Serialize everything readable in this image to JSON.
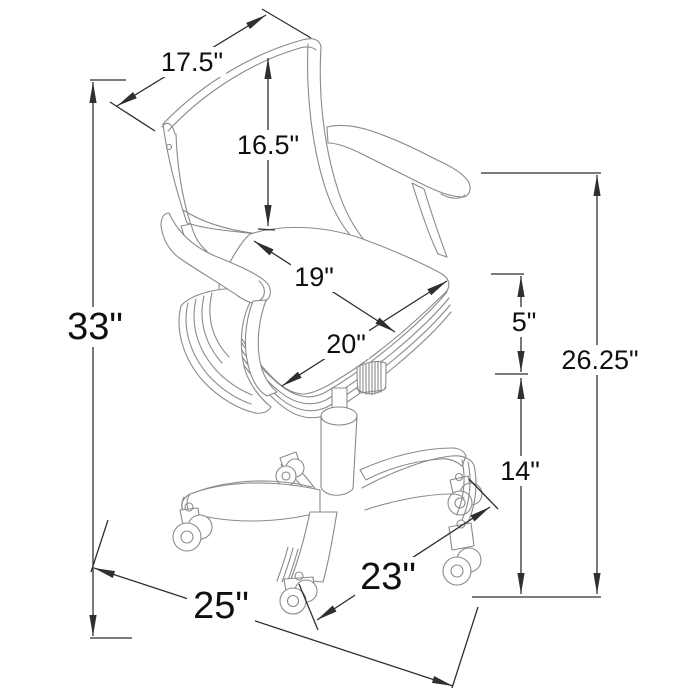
{
  "colors": {
    "background": "#ffffff",
    "chair_line": "#8a8a8a",
    "dimension_line": "#2f2f2f",
    "label_text": "#0f0f0f"
  },
  "dimensions": {
    "back_top_width": "17.5\"",
    "back_height": "16.5\"",
    "seat_depth": "19\"",
    "seat_width": "20\"",
    "overall_height": "33\"",
    "cushion_thickness": "5\"",
    "arm_height": "26.25\"",
    "floor_to_seat": "14\"",
    "base_depth": "23\"",
    "overall_depth": "25\""
  }
}
